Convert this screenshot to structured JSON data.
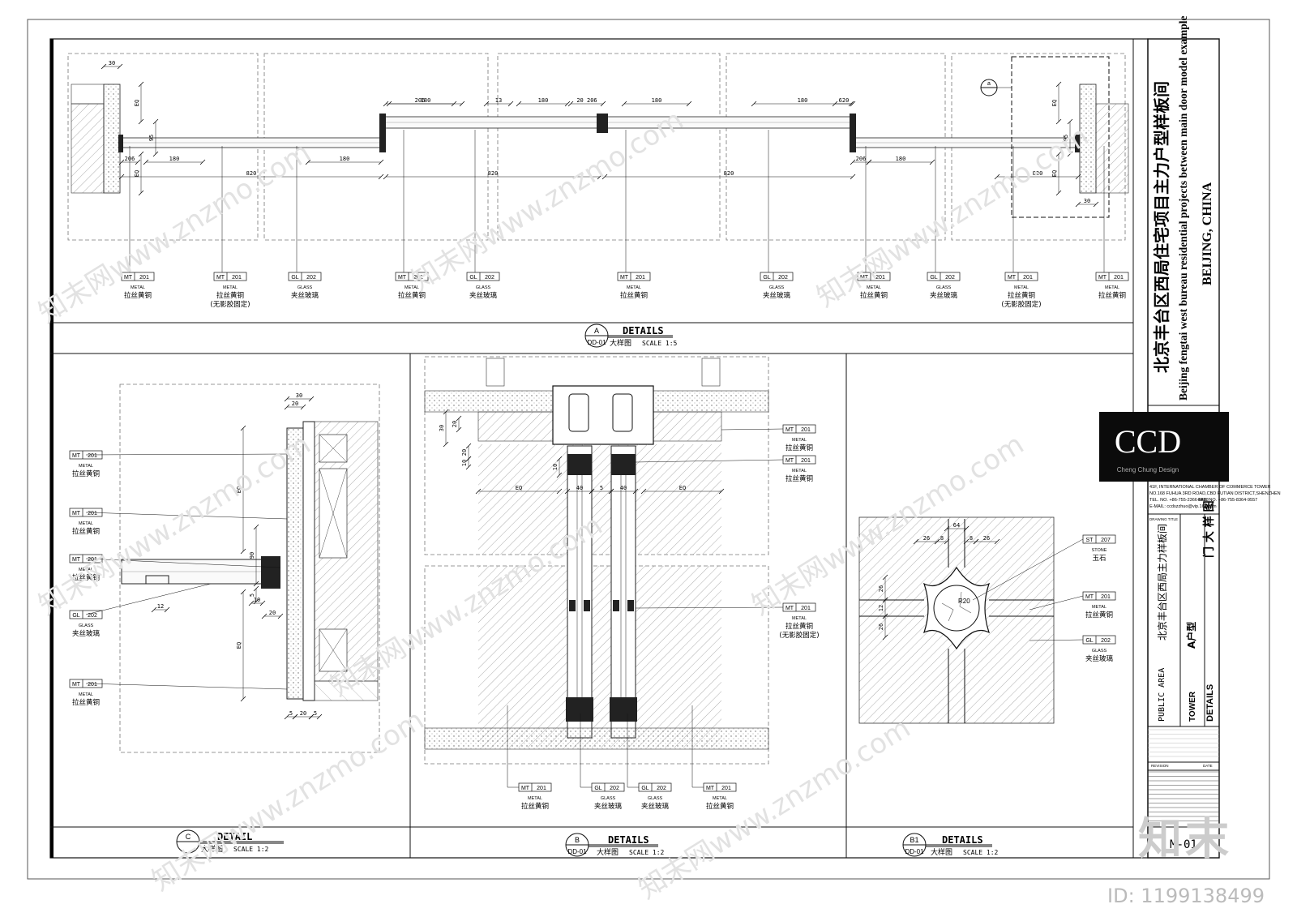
{
  "title_block": {
    "title_cn": "北京丰台区西局住宅项目主力户型样板间",
    "title_en": "Beijing fengtai west bureau residential projects between main door model example",
    "location": "BEIJING, CHINA",
    "firm_logo": "CCD",
    "firm_sub": "Cheng Chung Design",
    "address1": "41F, INTERNATIONAL CHAMBER OF COMMERCE TOWER",
    "address2": "NO.168 FUHUA 3RD ROAD,CBD FUTIAN DISTRICT,SHENZHEN",
    "tel": "TEL. NO. +86-755-2366-8888",
    "fax": "FAX. NO. +86-755-8364-9557",
    "email": "E-MAIL: ccdszzhuo@vip.163.com",
    "drawing_title_label": "DRAWING TITLE",
    "project_cn": "北京丰台区西局主力样板间",
    "unit_cn": "A户型",
    "drawing_cn": "门 大 样 图",
    "area_en": "PUBLIC AREA",
    "tower_en": "TOWER",
    "details_en": "DETAILS",
    "revision": "REVISION",
    "date": "DATE",
    "sheet_no": "M-01"
  },
  "watermarks": {
    "site": "知末网www.znzmo.com",
    "brand": "知末",
    "id": "ID: 1199138499"
  },
  "section_titles": {
    "A": {
      "mark": "A",
      "ref": "DD-01",
      "title": "DETAILS",
      "cn": "大样图",
      "scale": "SCALE 1:5"
    },
    "C": {
      "mark": "C",
      "ref": "",
      "title": "DETAIL",
      "cn": "大样图",
      "scale": "SCALE 1:2"
    },
    "B": {
      "mark": "B",
      "ref": "DD-01",
      "title": "DETAILS",
      "cn": "大样图",
      "scale": "SCALE 1:2"
    },
    "B1": {
      "mark": "B1",
      "ref": "DD-01",
      "title": "DETAILS",
      "cn": "大样图",
      "scale": "SCALE 1:2"
    }
  },
  "top_tags": [
    {
      "code": "MT",
      "num": "201",
      "en": "METAL",
      "cn": "拉丝黄铜",
      "cn2": ""
    },
    {
      "code": "MT",
      "num": "201",
      "en": "METAL",
      "cn": "拉丝黄铜",
      "cn2": "(无影胶固定)"
    },
    {
      "code": "GL",
      "num": "202",
      "en": "GLASS",
      "cn": "夹丝玻璃",
      "cn2": ""
    },
    {
      "code": "MT",
      "num": "201",
      "en": "METAL",
      "cn": "拉丝黄铜",
      "cn2": ""
    },
    {
      "code": "GL",
      "num": "202",
      "en": "GLASS",
      "cn": "夹丝玻璃",
      "cn2": ""
    },
    {
      "code": "MT",
      "num": "201",
      "en": "METAL",
      "cn": "拉丝黄铜",
      "cn2": ""
    },
    {
      "code": "GL",
      "num": "202",
      "en": "GLASS",
      "cn": "夹丝玻璃",
      "cn2": ""
    },
    {
      "code": "MT",
      "num": "201",
      "en": "METAL",
      "cn": "拉丝黄铜",
      "cn2": ""
    },
    {
      "code": "GL",
      "num": "202",
      "en": "GLASS",
      "cn": "夹丝玻璃",
      "cn2": ""
    },
    {
      "code": "MT",
      "num": "201",
      "en": "METAL",
      "cn": "拉丝黄铜",
      "cn2": "(无影胶固定)"
    },
    {
      "code": "MT",
      "num": "201",
      "en": "METAL",
      "cn": "拉丝黄铜",
      "cn2": ""
    }
  ],
  "c_tags": [
    {
      "code": "MT",
      "num": "201",
      "en": "METAL",
      "cn": "拉丝黄铜"
    },
    {
      "code": "MT",
      "num": "201",
      "en": "METAL",
      "cn": "拉丝黄铜"
    },
    {
      "code": "MT",
      "num": "201",
      "en": "METAL",
      "cn": "拉丝黄铜"
    },
    {
      "code": "GL",
      "num": "202",
      "en": "GLASS",
      "cn": "夹丝玻璃"
    },
    {
      "code": "MT",
      "num": "201",
      "en": "METAL",
      "cn": "拉丝黄铜"
    }
  ],
  "b_tags_right": [
    {
      "code": "MT",
      "num": "201",
      "en": "METAL",
      "cn": "拉丝黄铜",
      "cn2": ""
    },
    {
      "code": "MT",
      "num": "201",
      "en": "METAL",
      "cn": "拉丝黄铜",
      "cn2": ""
    },
    {
      "code": "MT",
      "num": "201",
      "en": "METAL",
      "cn": "拉丝黄铜",
      "cn2": "(无影胶固定)"
    }
  ],
  "b_tags_bottom": [
    {
      "code": "MT",
      "num": "201",
      "en": "METAL",
      "cn": "拉丝黄铜"
    },
    {
      "code": "GL",
      "num": "202",
      "en": "GLASS",
      "cn": "夹丝玻璃"
    },
    {
      "code": "GL",
      "num": "202",
      "en": "GLASS",
      "cn": "夹丝玻璃"
    },
    {
      "code": "MT",
      "num": "201",
      "en": "METAL",
      "cn": "拉丝黄铜"
    }
  ],
  "b1_tags": [
    {
      "code": "ST",
      "num": "207",
      "en": "STONE",
      "cn": "玉石"
    },
    {
      "code": "MT",
      "num": "201",
      "en": "METAL",
      "cn": "拉丝黄铜"
    },
    {
      "code": "GL",
      "num": "202",
      "en": "GLASS",
      "cn": "夹丝玻璃"
    }
  ],
  "dims": {
    "d30": "30",
    "d20": "20",
    "d95": "95",
    "d180": "180",
    "d820": "820",
    "d13": "13",
    "d206": "206",
    "d620": "620",
    "d20206": "20 206",
    "eq": "EQ",
    "d90": "90",
    "d5": "5",
    "d10": "10",
    "d12": "12",
    "d40": "40",
    "d26": "26",
    "d64": "64",
    "d8": "8",
    "d12b": "12",
    "r20": "R20",
    "callout_a": "a"
  }
}
